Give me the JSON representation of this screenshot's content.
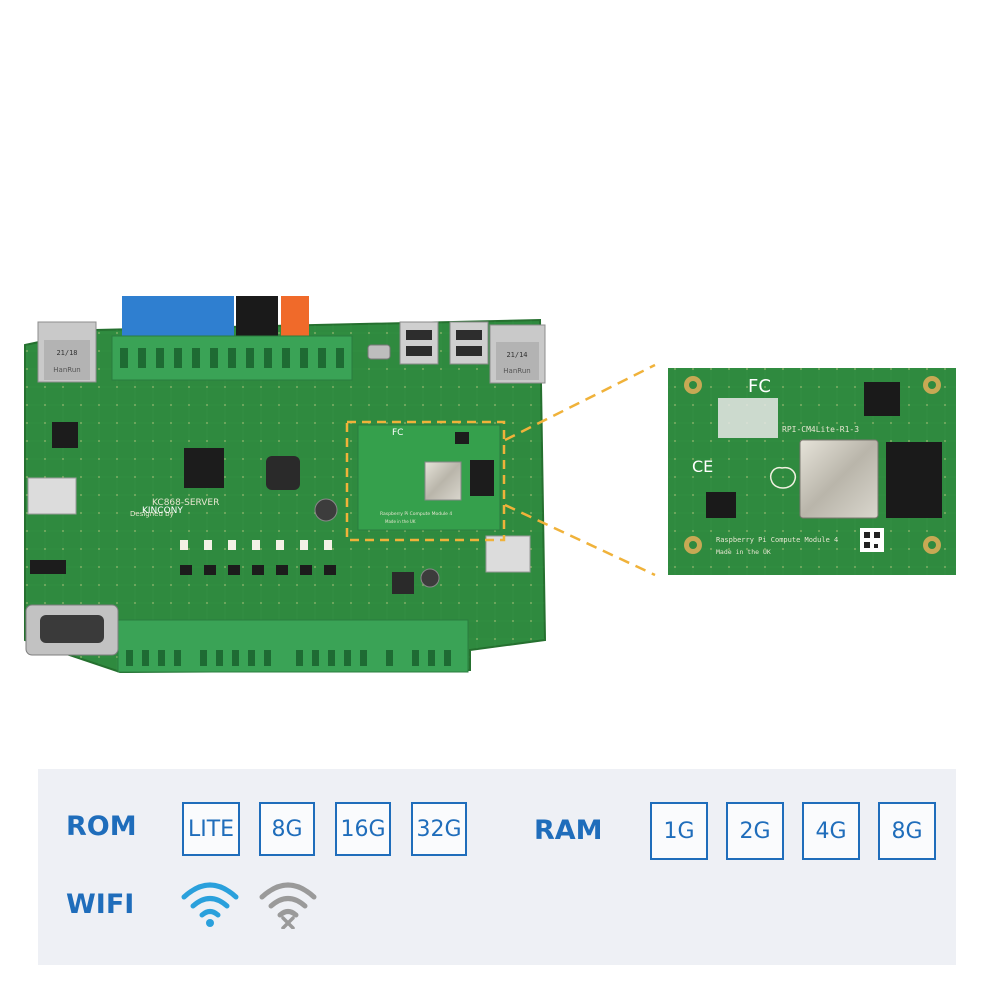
{
  "board": {
    "name": "KINCONY",
    "model": "KC868-SERVER",
    "designer": "Designed by",
    "eth_left": "21/18",
    "eth_right": "21/14",
    "eth_brand": "HanRun",
    "module_label": "Raspberry Pi Compute Module 4",
    "made_in": "Made in the UK"
  },
  "zoom": {
    "fc_mark": "FC",
    "ce_mark": "CE",
    "model_code": "RPI-CM4Lite-R1-3",
    "module_name": "Raspberry Pi Compute Module 4",
    "made_in": "Made in the UK"
  },
  "options": {
    "rom": {
      "label": "ROM",
      "values": [
        "LITE",
        "8G",
        "16G",
        "32G"
      ]
    },
    "ram": {
      "label": "RAM",
      "values": [
        "1G",
        "2G",
        "4G",
        "8G"
      ]
    },
    "wifi": {
      "label": "WIFI",
      "options": [
        {
          "icon": "wifi-icon",
          "color": "#1f6dbb"
        },
        {
          "icon": "wifi-off-icon",
          "color": "#9a9a9a"
        }
      ]
    }
  },
  "colors": {
    "accent": "#1f6dbb",
    "pcb": "#2f8a3f",
    "callout": "#f0b23a",
    "panel_bg": "#eef0f5"
  }
}
